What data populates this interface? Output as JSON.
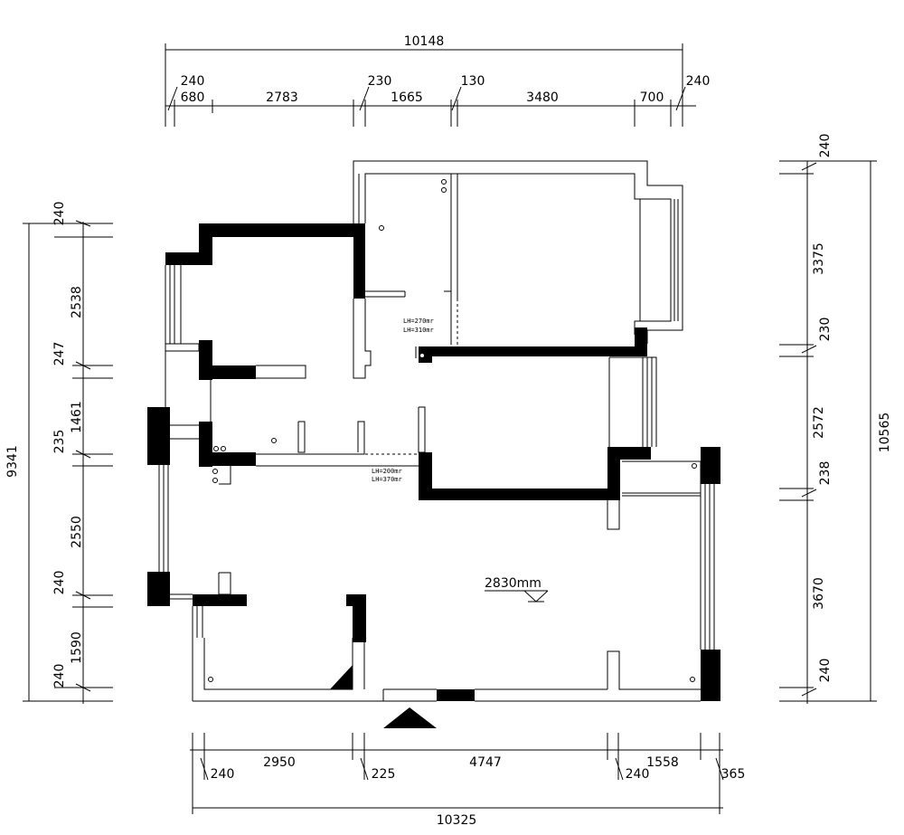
{
  "dimensions": {
    "top_total": "10148",
    "top_segments": [
      "240",
      "680",
      "2783",
      "230",
      "1665",
      "130",
      "3480",
      "700",
      "240"
    ],
    "bottom_total": "10325",
    "bottom_segments": [
      "240",
      "2950",
      "225",
      "4747",
      "240",
      "1558",
      "365"
    ],
    "left_total": "9341",
    "left_segments": [
      "240",
      "2538",
      "247",
      "1461",
      "235",
      "2550",
      "240",
      "1590",
      "240"
    ],
    "right_total": "10565",
    "right_segments": [
      "240",
      "3375",
      "230",
      "2572",
      "238",
      "3670",
      "240"
    ]
  },
  "annotations": {
    "beam_upper_1": "LH=270mr",
    "beam_upper_2": "LH=310mr",
    "beam_lower_1": "LH=200mr",
    "beam_lower_2": "LH=370mr",
    "floor_height": "2830mm"
  }
}
